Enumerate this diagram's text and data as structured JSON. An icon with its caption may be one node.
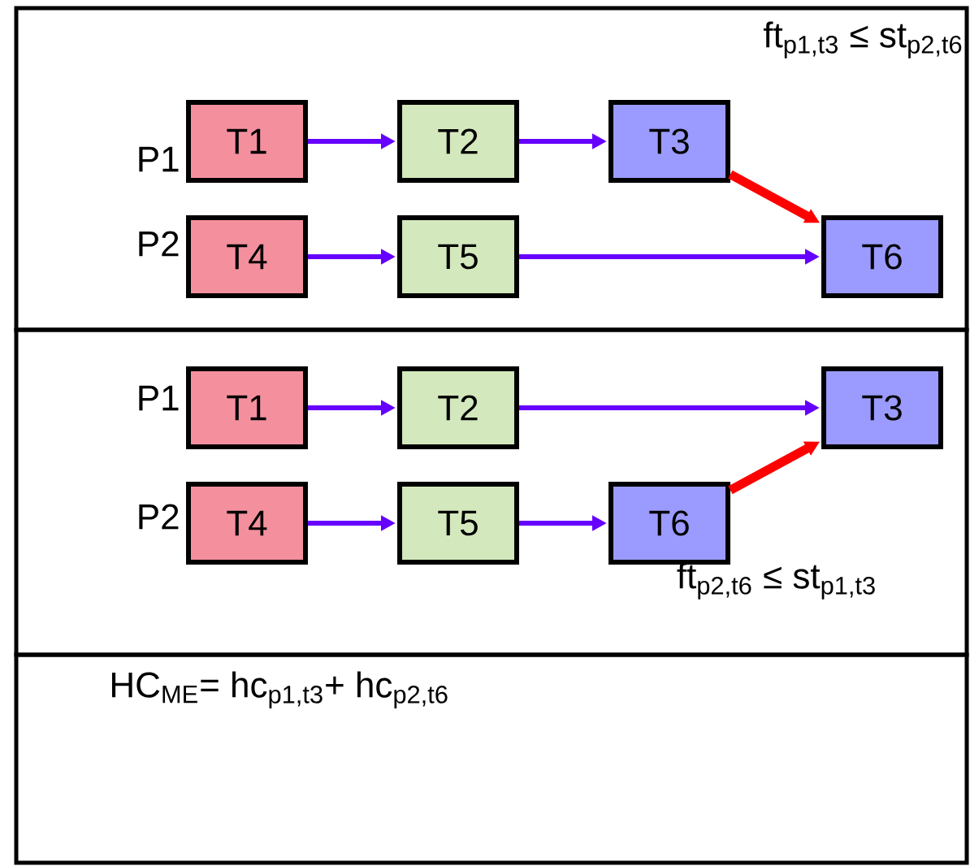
{
  "diagram": {
    "nodes": [
      {
        "text": [
          "ft$_{p1,t3}$ ≤ st$_{p2,t6}$"
        ]
      },
      {
        "text": [
          "T1"
        ],
        "in": 0
      },
      {
        "text": [
          "T2"
        ],
        "in": 0
      },
      {
        "text": [
          "T3"
        ],
        "in": 0
      },
      {
        "text": [
          "T4"
        ],
        "in": 0
      },
      {
        "text": [
          "T5"
        ],
        "in": 0
      },
      {
        "text": [
          "T6"
        ],
        "in": 0
      },
      {
        "text": [
          "ft$_{p2,t6}$ ≤ st$_{p1,t3}$"
        ]
      },
      {
        "text": [
          "T1"
        ],
        "in": 7
      },
      {
        "text": [
          "T2"
        ],
        "in": 7
      },
      {
        "text": [
          "T3"
        ],
        "in": 7
      },
      {
        "text": [
          "T4"
        ],
        "in": 7
      },
      {
        "text": [
          "T5"
        ],
        "in": 7
      },
      {
        "text": [
          "T6"
        ],
        "in": 7
      },
      {
        "text": [
          "HC$_{ME}$= hc$_{p1,t3}$+ hc$_{p2,t6}$"
        ]
      }
    ],
    "edges": [
      {
        "from": 1,
        "to": 2,
        "arrow": "to"
      },
      {
        "from": 2,
        "to": 3,
        "arrow": "to"
      },
      {
        "from": 4,
        "to": 5,
        "arrow": "to"
      },
      {
        "from": 5,
        "to": 6,
        "arrow": "to"
      },
      {
        "from": 3,
        "to": 6,
        "arrow": "to",
        "style": "thick",
        "color": "#ff0000"
      },
      {
        "from": 8,
        "to": 9,
        "arrow": "to"
      },
      {
        "from": 9,
        "to": 10,
        "arrow": "to"
      },
      {
        "from": 11,
        "to": 12,
        "arrow": "to"
      },
      {
        "from": 12,
        "to": 13,
        "arrow": "to"
      },
      {
        "from": 13,
        "to": 10,
        "arrow": "to",
        "style": "thick",
        "color": "#ff0000"
      }
    ],
    "labels": [
      "P1",
      "P2",
      "P1",
      "P2"
    ]
  }
}
